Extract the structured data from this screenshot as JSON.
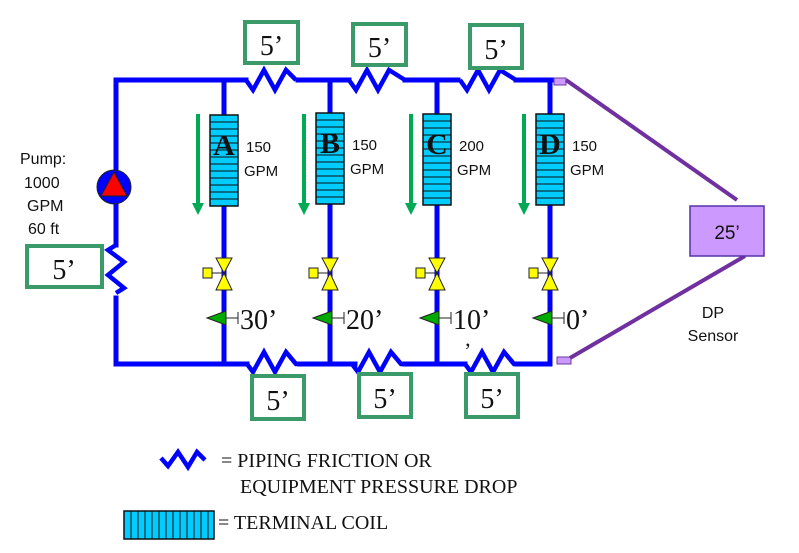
{
  "title": "Chilled water distribution with DP sensor",
  "pump": {
    "label_line1": "Pump:",
    "label_line2": "1000",
    "label_line3": "GPM",
    "label_line4": "60 ft",
    "pressure_drop": "5’"
  },
  "supply_drops": [
    "5’",
    "5’",
    "5’"
  ],
  "return_drops": [
    "5’",
    "5’",
    "5’"
  ],
  "coils": [
    {
      "id": "A",
      "flow_value": "150",
      "flow_unit": "GPM",
      "available_head": "30’"
    },
    {
      "id": "B",
      "flow_value": "150",
      "flow_unit": "GPM",
      "available_head": "20’"
    },
    {
      "id": "C",
      "flow_value": "200",
      "flow_unit": "GPM",
      "available_head": "10’"
    },
    {
      "id": "D",
      "flow_value": "150",
      "flow_unit": "GPM",
      "available_head": "0’"
    }
  ],
  "stray_apostrophe": "’",
  "dp_sensor": {
    "setpoint": "25’",
    "label_line1": "DP",
    "label_line2": "Sensor"
  },
  "legend": {
    "friction_line1": "= PIPING FRICTION OR",
    "friction_line2": "EQUIPMENT PRESSURE DROP",
    "coil": "= TERMINAL COIL"
  },
  "colors": {
    "pipe": "#0000ff",
    "coil": "#00ccff",
    "drop_box_border": "#3a9a6a",
    "flow_arrow": "#00aa55",
    "valve": "#ffff00",
    "dp_sensor": "#cc99ff",
    "sensor_line": "#7030a0",
    "pump_triangle": "#ff0000"
  }
}
